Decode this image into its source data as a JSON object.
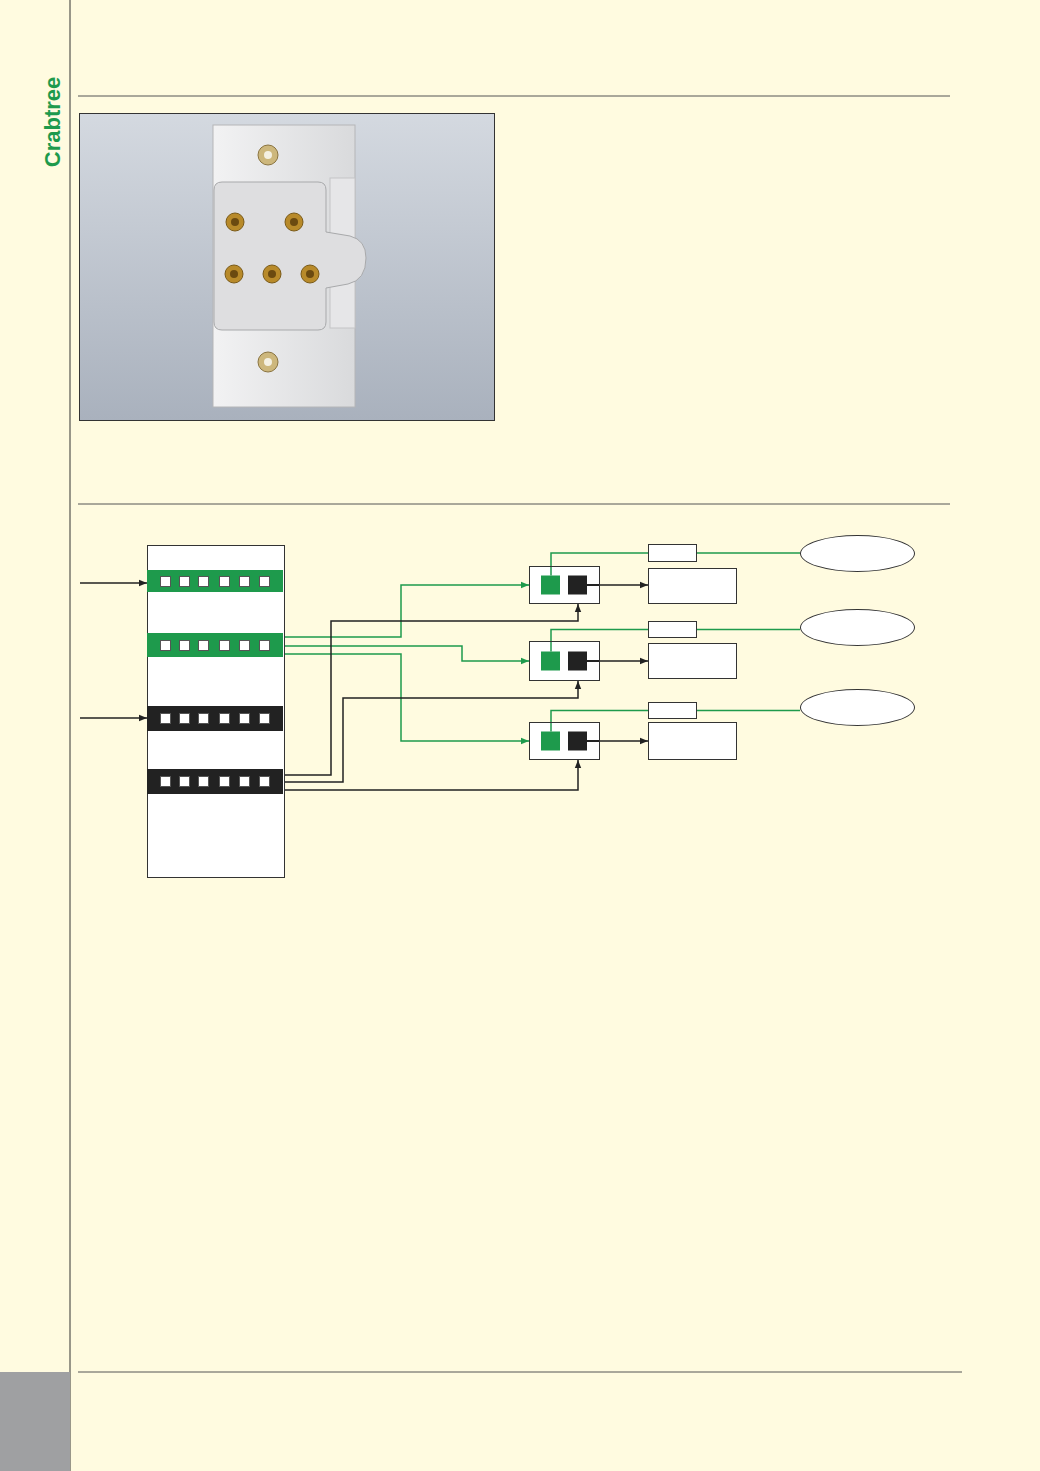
{
  "diagram": {
    "nodes": [
      {
        "text": []
      },
      {
        "text": [],
        "in": 0
      },
      {
        "text": [],
        "in": 0
      },
      {
        "text": [],
        "in": 0
      },
      {
        "text": [],
        "in": 0
      },
      {
        "text": []
      },
      {
        "text": []
      },
      {
        "text": []
      },
      {
        "text": []
      },
      {
        "text": []
      },
      {
        "text": []
      },
      {
        "text": []
      },
      {
        "text": []
      },
      {
        "text": []
      },
      {
        "text": []
      },
      {
        "text": []
      },
      {
        "text": []
      }
    ],
    "edges": [
      {
        "from": 1,
        "to": 2,
        "arrow": "none"
      },
      {
        "from": 1,
        "to": 2,
        "arrow": "none"
      },
      {
        "from": 1,
        "to": 2,
        "arrow": "none"
      },
      {
        "from": 3,
        "to": 4,
        "arrow": "none"
      },
      {
        "from": 3,
        "to": 4,
        "arrow": "none"
      },
      {
        "from": 3,
        "to": 4,
        "arrow": "none"
      },
      {
        "from": 2,
        "to": 5,
        "arrow": "to"
      },
      {
        "from": 2,
        "to": 6,
        "arrow": "to"
      },
      {
        "from": 2,
        "to": 7,
        "arrow": "to"
      },
      {
        "from": 4,
        "to": 5,
        "arrow": "to"
      },
      {
        "from": 4,
        "to": 6,
        "arrow": "to"
      },
      {
        "from": 4,
        "to": 7,
        "arrow": "to"
      },
      {
        "from": 5,
        "to": 11,
        "arrow": "to"
      },
      {
        "from": 6,
        "to": 12,
        "arrow": "to"
      },
      {
        "from": 7,
        "to": 13,
        "arrow": "to"
      },
      {
        "from": 5,
        "to": 8,
        "arrow": "none"
      },
      {
        "from": 8,
        "to": 14,
        "arrow": "none"
      },
      {
        "from": 6,
        "to": 9,
        "arrow": "none"
      },
      {
        "from": 9,
        "to": 15,
        "arrow": "none"
      },
      {
        "from": 7,
        "to": 10,
        "arrow": "none"
      },
      {
        "from": 10,
        "to": 16,
        "arrow": "none"
      }
    ],
    "labels": [
      "Crabtree"
    ]
  }
}
